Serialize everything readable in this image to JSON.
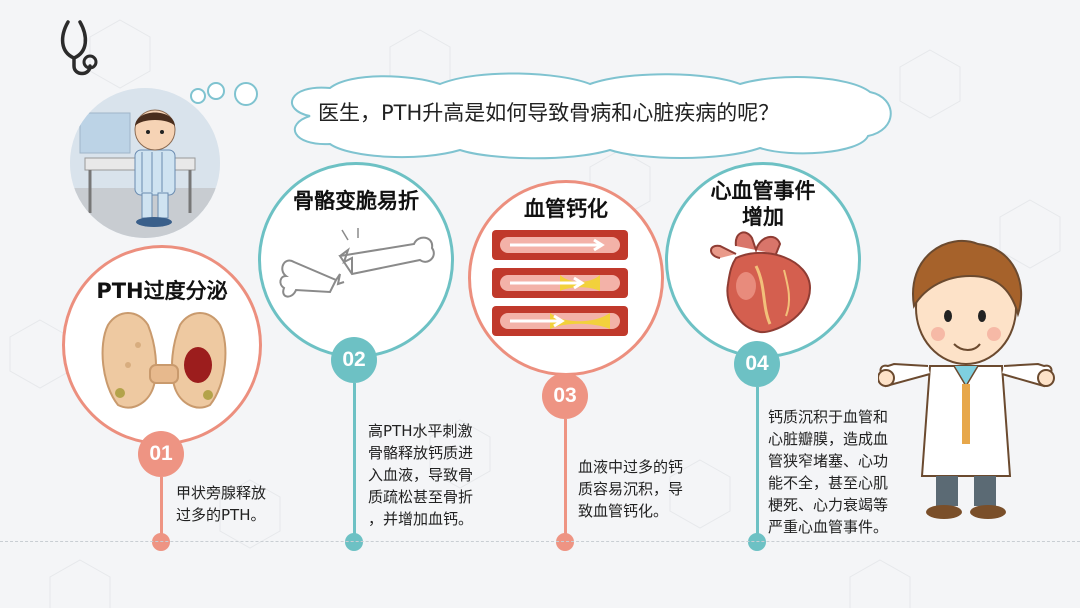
{
  "question": "医生，PTH升高是如何导致骨病和心脏疾病的呢？",
  "colors": {
    "coral": "#ec8f7e",
    "teal": "#6dc1c4",
    "background": "#f4f5f7"
  },
  "steps": [
    {
      "number": "01",
      "title": "PTH过度分泌",
      "text": "甲状旁腺释放\n过多的PTH。",
      "icon": "thyroid-gland-icon"
    },
    {
      "number": "02",
      "title": "骨骼变脆易折",
      "text": "高PTH水平刺激\n骨骼释放钙质进\n入血液，导致骨\n质疏松甚至骨折\n，并增加血钙。",
      "icon": "broken-bone-icon"
    },
    {
      "number": "03",
      "title": "血管钙化",
      "text": "血液中过多的钙\n质容易沉积，导\n致血管钙化。",
      "icon": "blood-vessel-calcification-icon"
    },
    {
      "number": "04",
      "title": "心血管事件\n增加",
      "text": "钙质沉积于血管和\n心脏瓣膜，造成血\n管狭窄堵塞、心功\n能不全，甚至心肌\n梗死、心力衰竭等\n严重心血管事件。",
      "icon": "heart-icon"
    }
  ]
}
